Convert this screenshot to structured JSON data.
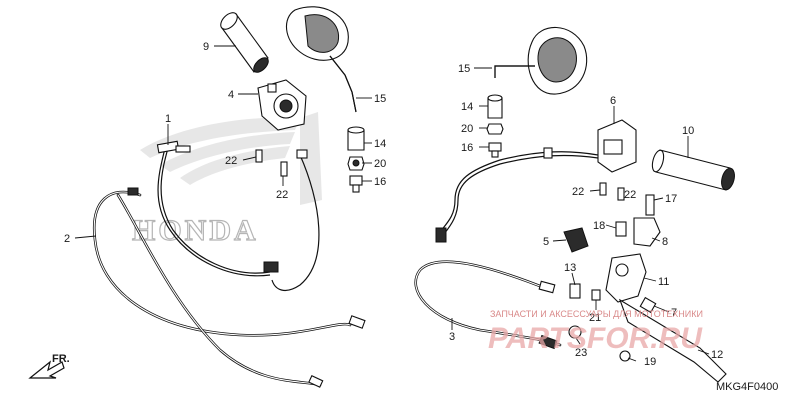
{
  "diagram": {
    "code": "MKG4F0400",
    "direction_label": "FR.",
    "brand_mark": "HONDA",
    "watermark_top": "ЗАПЧАСТИ И АКСЕССУАРЫ ДЛЯ МОТОТЕХНИКИ",
    "watermark_main": "PARTSFOR.RU"
  },
  "callouts": [
    {
      "id": "c9a",
      "label": "9"
    },
    {
      "id": "c4a",
      "label": "4"
    },
    {
      "id": "c15a",
      "label": "15"
    },
    {
      "id": "c1a",
      "label": "1"
    },
    {
      "id": "c14a",
      "label": "14"
    },
    {
      "id": "c20a",
      "label": "20"
    },
    {
      "id": "c16a",
      "label": "16"
    },
    {
      "id": "c22a",
      "label": "22"
    },
    {
      "id": "c22b",
      "label": "22"
    },
    {
      "id": "c2a",
      "label": "2"
    },
    {
      "id": "c15b",
      "label": "15"
    },
    {
      "id": "c14b",
      "label": "14"
    },
    {
      "id": "c20b",
      "label": "20"
    },
    {
      "id": "c16b",
      "label": "16"
    },
    {
      "id": "c6a",
      "label": "6"
    },
    {
      "id": "c10a",
      "label": "10"
    },
    {
      "id": "c22c",
      "label": "22"
    },
    {
      "id": "c22d",
      "label": "22"
    },
    {
      "id": "c17a",
      "label": "17"
    },
    {
      "id": "c18a",
      "label": "18"
    },
    {
      "id": "c8a",
      "label": "8"
    },
    {
      "id": "c5a",
      "label": "5"
    },
    {
      "id": "c13a",
      "label": "13"
    },
    {
      "id": "c11a",
      "label": "11"
    },
    {
      "id": "c3a",
      "label": "3"
    },
    {
      "id": "c7a",
      "label": "7"
    },
    {
      "id": "c21a",
      "label": "21"
    },
    {
      "id": "c23a",
      "label": "23"
    },
    {
      "id": "c19a",
      "label": "19"
    },
    {
      "id": "c12a",
      "label": "12"
    }
  ]
}
